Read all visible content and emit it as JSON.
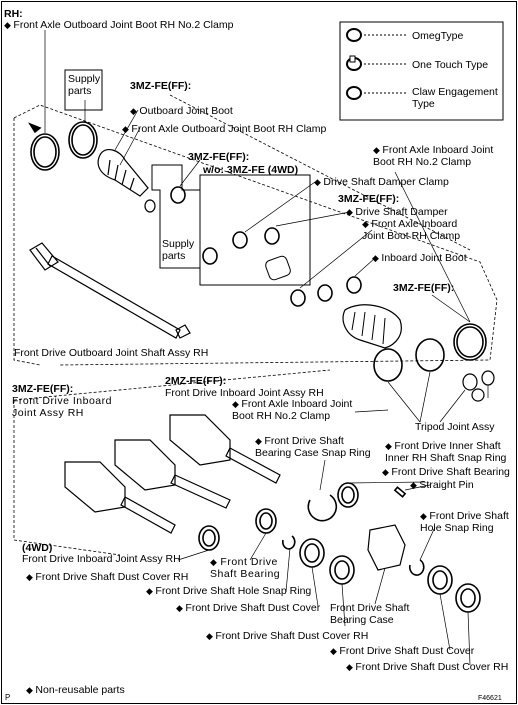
{
  "header": {
    "side_label": "RH:"
  },
  "legend": {
    "omega": "OmegType",
    "one_touch": "One Touch Type",
    "claw": "Claw Engagement Type"
  },
  "labels": {
    "outboard_clamp_no2": "Front Axle Outboard Joint Boot RH No.2 Clamp",
    "supply_parts_1": "Supply parts",
    "engine_3mz_1": "3MZ-FE(FF):",
    "outboard_joint_boot": "Outboard Joint Boot",
    "outboard_clamp": "Front Axle Outboard Joint Boot RH Clamp",
    "engine_3mz_2": "3MZ-FE(FF):",
    "inboard_clamp_no2_top": "Front Axle Inboard Joint Boot RH No.2 Clamp",
    "wo_3mz_4wd": "w/o:  3MZ-FE (4WD)",
    "damper_clamp": "Drive Shaft Damper Clamp",
    "engine_3mz_3": "3MZ-FE(FF):",
    "shaft_damper": "Drive Shaft Damper",
    "inboard_clamp": "Front Axle Inboard Joint Boot RH Clamp",
    "supply_parts_2": "Supply parts",
    "inboard_joint_boot": "Inboard Joint Boot",
    "engine_3mz_4": "3MZ-FE(FF):",
    "outboard_shaft_assy": "Front Drive Outboard Joint Shaft Assy RH",
    "engine_3mz_5": "3MZ-FE(FF):",
    "inboard_joint_assy_left": "Front Drive Inboard Joint Assy RH",
    "engine_2mz": "2MZ-FE(FF):",
    "inboard_joint_assy_2mz": "Front Drive Inboard Joint Assy RH",
    "inboard_clamp_no2_mid": "Front Axle Inboard Joint Boot RH No.2 Clamp",
    "tripod_joint_assy": "Tripod Joint Assy",
    "bearing_case_snap_ring": "Front Drive Shaft Bearing Case Snap Ring",
    "inner_shaft_snap_ring": "Front Drive Inner Shaft Inner RH Shaft Snap Ring",
    "shaft_bearing_right": "Front Drive Shaft Bearing",
    "straight_pin": "Straight Pin",
    "hole_snap_ring_right": "Front Drive Shaft Hole Snap Ring",
    "engine_4wd": "(4WD)",
    "inboard_joint_assy_4wd": "Front Drive Inboard Joint Assy RH",
    "dust_cover_rh_left": "Front Drive Shaft Dust Cover RH",
    "shaft_bearing_left": "Front Drive Shaft Bearing",
    "hole_snap_ring_left": "Front Drive Shaft Hole Snap Ring",
    "dust_cover_left": "Front Drive Shaft Dust Cover",
    "bearing_case": "Front Drive Shaft Bearing Case",
    "dust_cover_rh_mid": "Front Drive Shaft Dust Cover RH",
    "dust_cover_right": "Front Drive Shaft Dust Cover",
    "dust_cover_rh_right": "Front Drive Shaft Dust Cover RH"
  },
  "footer": {
    "non_reusable": "Non-reusable parts",
    "page_mark": "P",
    "figure_id": "F46621"
  }
}
